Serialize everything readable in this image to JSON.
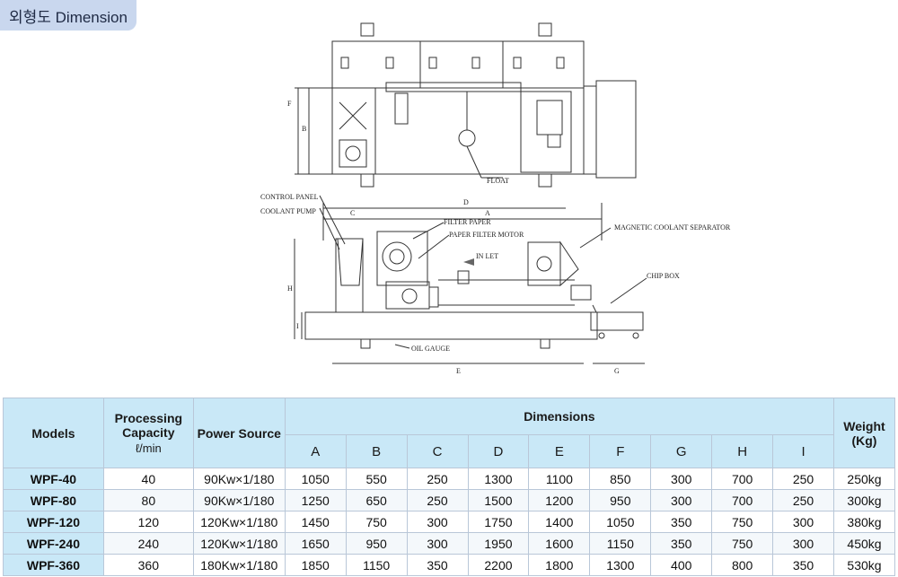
{
  "title": "외형도 Dimension",
  "drawing_labels": {
    "float": "FLOAT",
    "control_panel": "CONTROL PANEL",
    "coolant_pump": "COOLANT PUMP",
    "filter_paper": "FILTER PAPER",
    "paper_filter_motor": "PAPER FILTER MOTOR",
    "inlet": "IN LET",
    "magnetic_separator": "MAGNETIC COOLANT SEPARATOR",
    "chip_box": "CHIP BOX",
    "oil_gauge": "OIL GAUGE",
    "dim_a": "A",
    "dim_b": "B",
    "dim_c": "C",
    "dim_d": "D",
    "dim_e": "E",
    "dim_f": "F",
    "dim_g": "G",
    "dim_h": "H",
    "dim_i": "I"
  },
  "table": {
    "col_models": "Models",
    "col_capacity": "Processing Capacity",
    "col_capacity_unit": "ℓ/min",
    "col_power": "Power Source",
    "col_dimensions": "Dimensions",
    "col_weight": "Weight (Kg)",
    "dim_cols": [
      "A",
      "B",
      "C",
      "D",
      "E",
      "F",
      "G",
      "H",
      "I"
    ],
    "rows": [
      {
        "model": "WPF-40",
        "capacity": "40",
        "power": "90Kw×1/180",
        "dims": [
          "1050",
          "550",
          "250",
          "1300",
          "1100",
          "850",
          "300",
          "700",
          "250"
        ],
        "weight": "250kg"
      },
      {
        "model": "WPF-80",
        "capacity": "80",
        "power": "90Kw×1/180",
        "dims": [
          "1250",
          "650",
          "250",
          "1500",
          "1200",
          "950",
          "300",
          "700",
          "250"
        ],
        "weight": "300kg"
      },
      {
        "model": "WPF-120",
        "capacity": "120",
        "power": "120Kw×1/180",
        "dims": [
          "1450",
          "750",
          "300",
          "1750",
          "1400",
          "1050",
          "350",
          "750",
          "300"
        ],
        "weight": "380kg"
      },
      {
        "model": "WPF-240",
        "capacity": "240",
        "power": "120Kw×1/180",
        "dims": [
          "1650",
          "950",
          "300",
          "1950",
          "1600",
          "1150",
          "350",
          "750",
          "300"
        ],
        "weight": "450kg"
      },
      {
        "model": "WPF-360",
        "capacity": "360",
        "power": "180Kw×1/180",
        "dims": [
          "1850",
          "1150",
          "350",
          "2200",
          "1800",
          "1300",
          "400",
          "800",
          "350"
        ],
        "weight": "530kg"
      }
    ]
  }
}
